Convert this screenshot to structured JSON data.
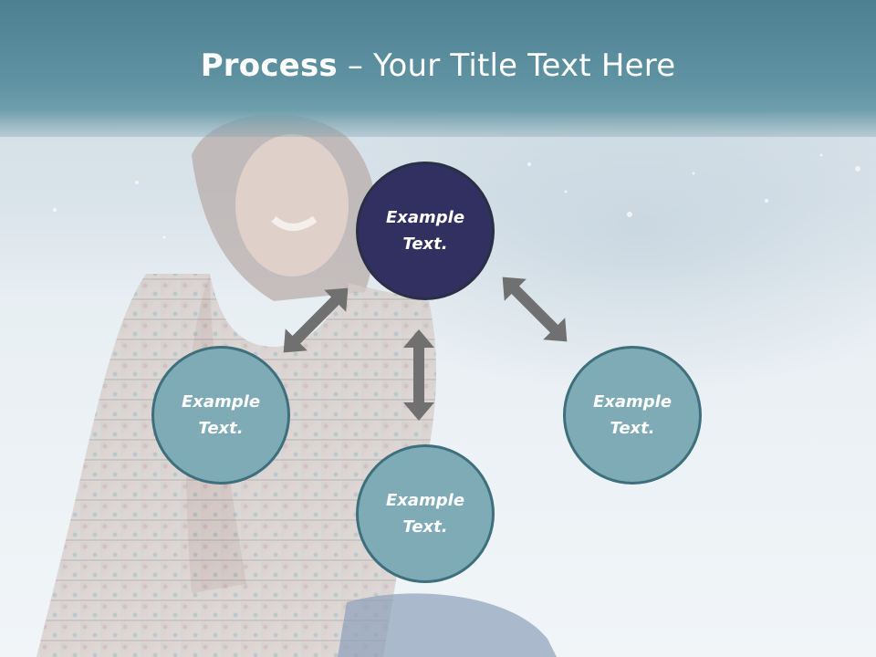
{
  "slide": {
    "title_bold": "Process",
    "title_rest": " – Your Title Text Here"
  },
  "diagram": {
    "nodes": [
      {
        "id": "top",
        "label": "Example Text."
      },
      {
        "id": "left",
        "label": "Example Text."
      },
      {
        "id": "bottom",
        "label": "Example Text."
      },
      {
        "id": "right",
        "label": "Example Text."
      }
    ],
    "connections": [
      {
        "from": "top",
        "to": "left",
        "type": "bidirectional"
      },
      {
        "from": "top",
        "to": "bottom",
        "type": "bidirectional"
      },
      {
        "from": "top",
        "to": "right",
        "type": "bidirectional"
      }
    ]
  },
  "colors": {
    "header": "#5f93a2",
    "node_fill": "#7fabb7",
    "node_border": "#3e6f7c",
    "primary_node_fill": "#323060",
    "arrow": "#6f6f6f",
    "text": "#ffffff"
  }
}
